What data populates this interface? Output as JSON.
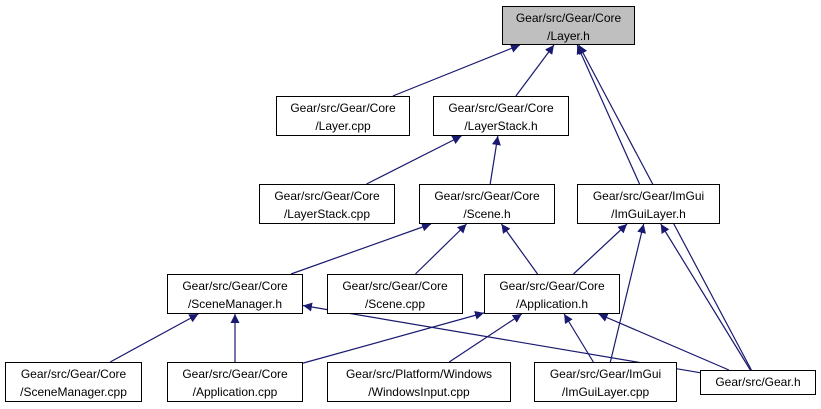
{
  "colors": {
    "edge": "#191970",
    "highlight": "#bfbfbf",
    "border": "#000000"
  },
  "nodes": {
    "layer_h": {
      "line1": "Gear/src/Gear/Core",
      "line2": "/Layer.h"
    },
    "layer_cpp": {
      "line1": "Gear/src/Gear/Core",
      "line2": "/Layer.cpp"
    },
    "layerstack_h": {
      "line1": "Gear/src/Gear/Core",
      "line2": "/LayerStack.h"
    },
    "layerstack_cpp": {
      "line1": "Gear/src/Gear/Core",
      "line2": "/LayerStack.cpp"
    },
    "scene_h": {
      "line1": "Gear/src/Gear/Core",
      "line2": "/Scene.h"
    },
    "imguilayer_h": {
      "line1": "Gear/src/Gear/ImGui",
      "line2": "/ImGuiLayer.h"
    },
    "scenemanager_h": {
      "line1": "Gear/src/Gear/Core",
      "line2": "/SceneManager.h"
    },
    "scene_cpp": {
      "line1": "Gear/src/Gear/Core",
      "line2": "/Scene.cpp"
    },
    "application_h": {
      "line1": "Gear/src/Gear/Core",
      "line2": "/Application.h"
    },
    "scenemanager_cpp": {
      "line1": "Gear/src/Gear/Core",
      "line2": "/SceneManager.cpp"
    },
    "application_cpp": {
      "line1": "Gear/src/Gear/Core",
      "line2": "/Application.cpp"
    },
    "windowsinput_cpp": {
      "line1": "Gear/src/Platform/Windows",
      "line2": "/WindowsInput.cpp"
    },
    "imguilayer_cpp": {
      "line1": "Gear/src/Gear/ImGui",
      "line2": "/ImGuiLayer.cpp"
    },
    "gear_h": {
      "line1": "Gear/src/Gear.h",
      "line2": ""
    }
  },
  "edges": [
    [
      "layer_cpp",
      "layer_h"
    ],
    [
      "layerstack_h",
      "layer_h"
    ],
    [
      "imguilayer_h",
      "layer_h"
    ],
    [
      "gear_h",
      "layer_h"
    ],
    [
      "layerstack_cpp",
      "layerstack_h"
    ],
    [
      "scene_h",
      "layerstack_h"
    ],
    [
      "scenemanager_h",
      "scene_h"
    ],
    [
      "scene_cpp",
      "scene_h"
    ],
    [
      "application_h",
      "scene_h"
    ],
    [
      "application_h",
      "imguilayer_h"
    ],
    [
      "imguilayer_cpp",
      "imguilayer_h"
    ],
    [
      "gear_h",
      "imguilayer_h"
    ],
    [
      "scenemanager_cpp",
      "scenemanager_h"
    ],
    [
      "application_cpp",
      "scenemanager_h"
    ],
    [
      "gear_h",
      "scenemanager_h"
    ],
    [
      "application_cpp",
      "application_h"
    ],
    [
      "windowsinput_cpp",
      "application_h"
    ],
    [
      "imguilayer_cpp",
      "application_h"
    ],
    [
      "gear_h",
      "application_h"
    ]
  ]
}
